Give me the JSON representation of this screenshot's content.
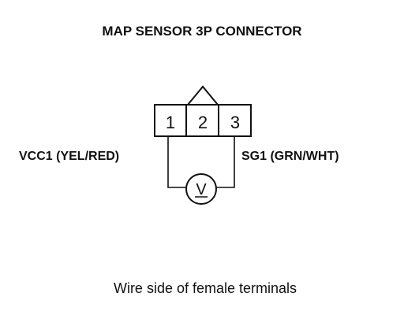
{
  "title": "MAP SENSOR 3P CONNECTOR",
  "connector": {
    "pins": [
      "1",
      "2",
      "3"
    ]
  },
  "wires": {
    "left_label": "VCC1 (YEL/RED)",
    "right_label": "SG1 (GRN/WHT)"
  },
  "meter": {
    "symbol": "V",
    "icon": "voltmeter-icon"
  },
  "caption": "Wire side of female terminals"
}
